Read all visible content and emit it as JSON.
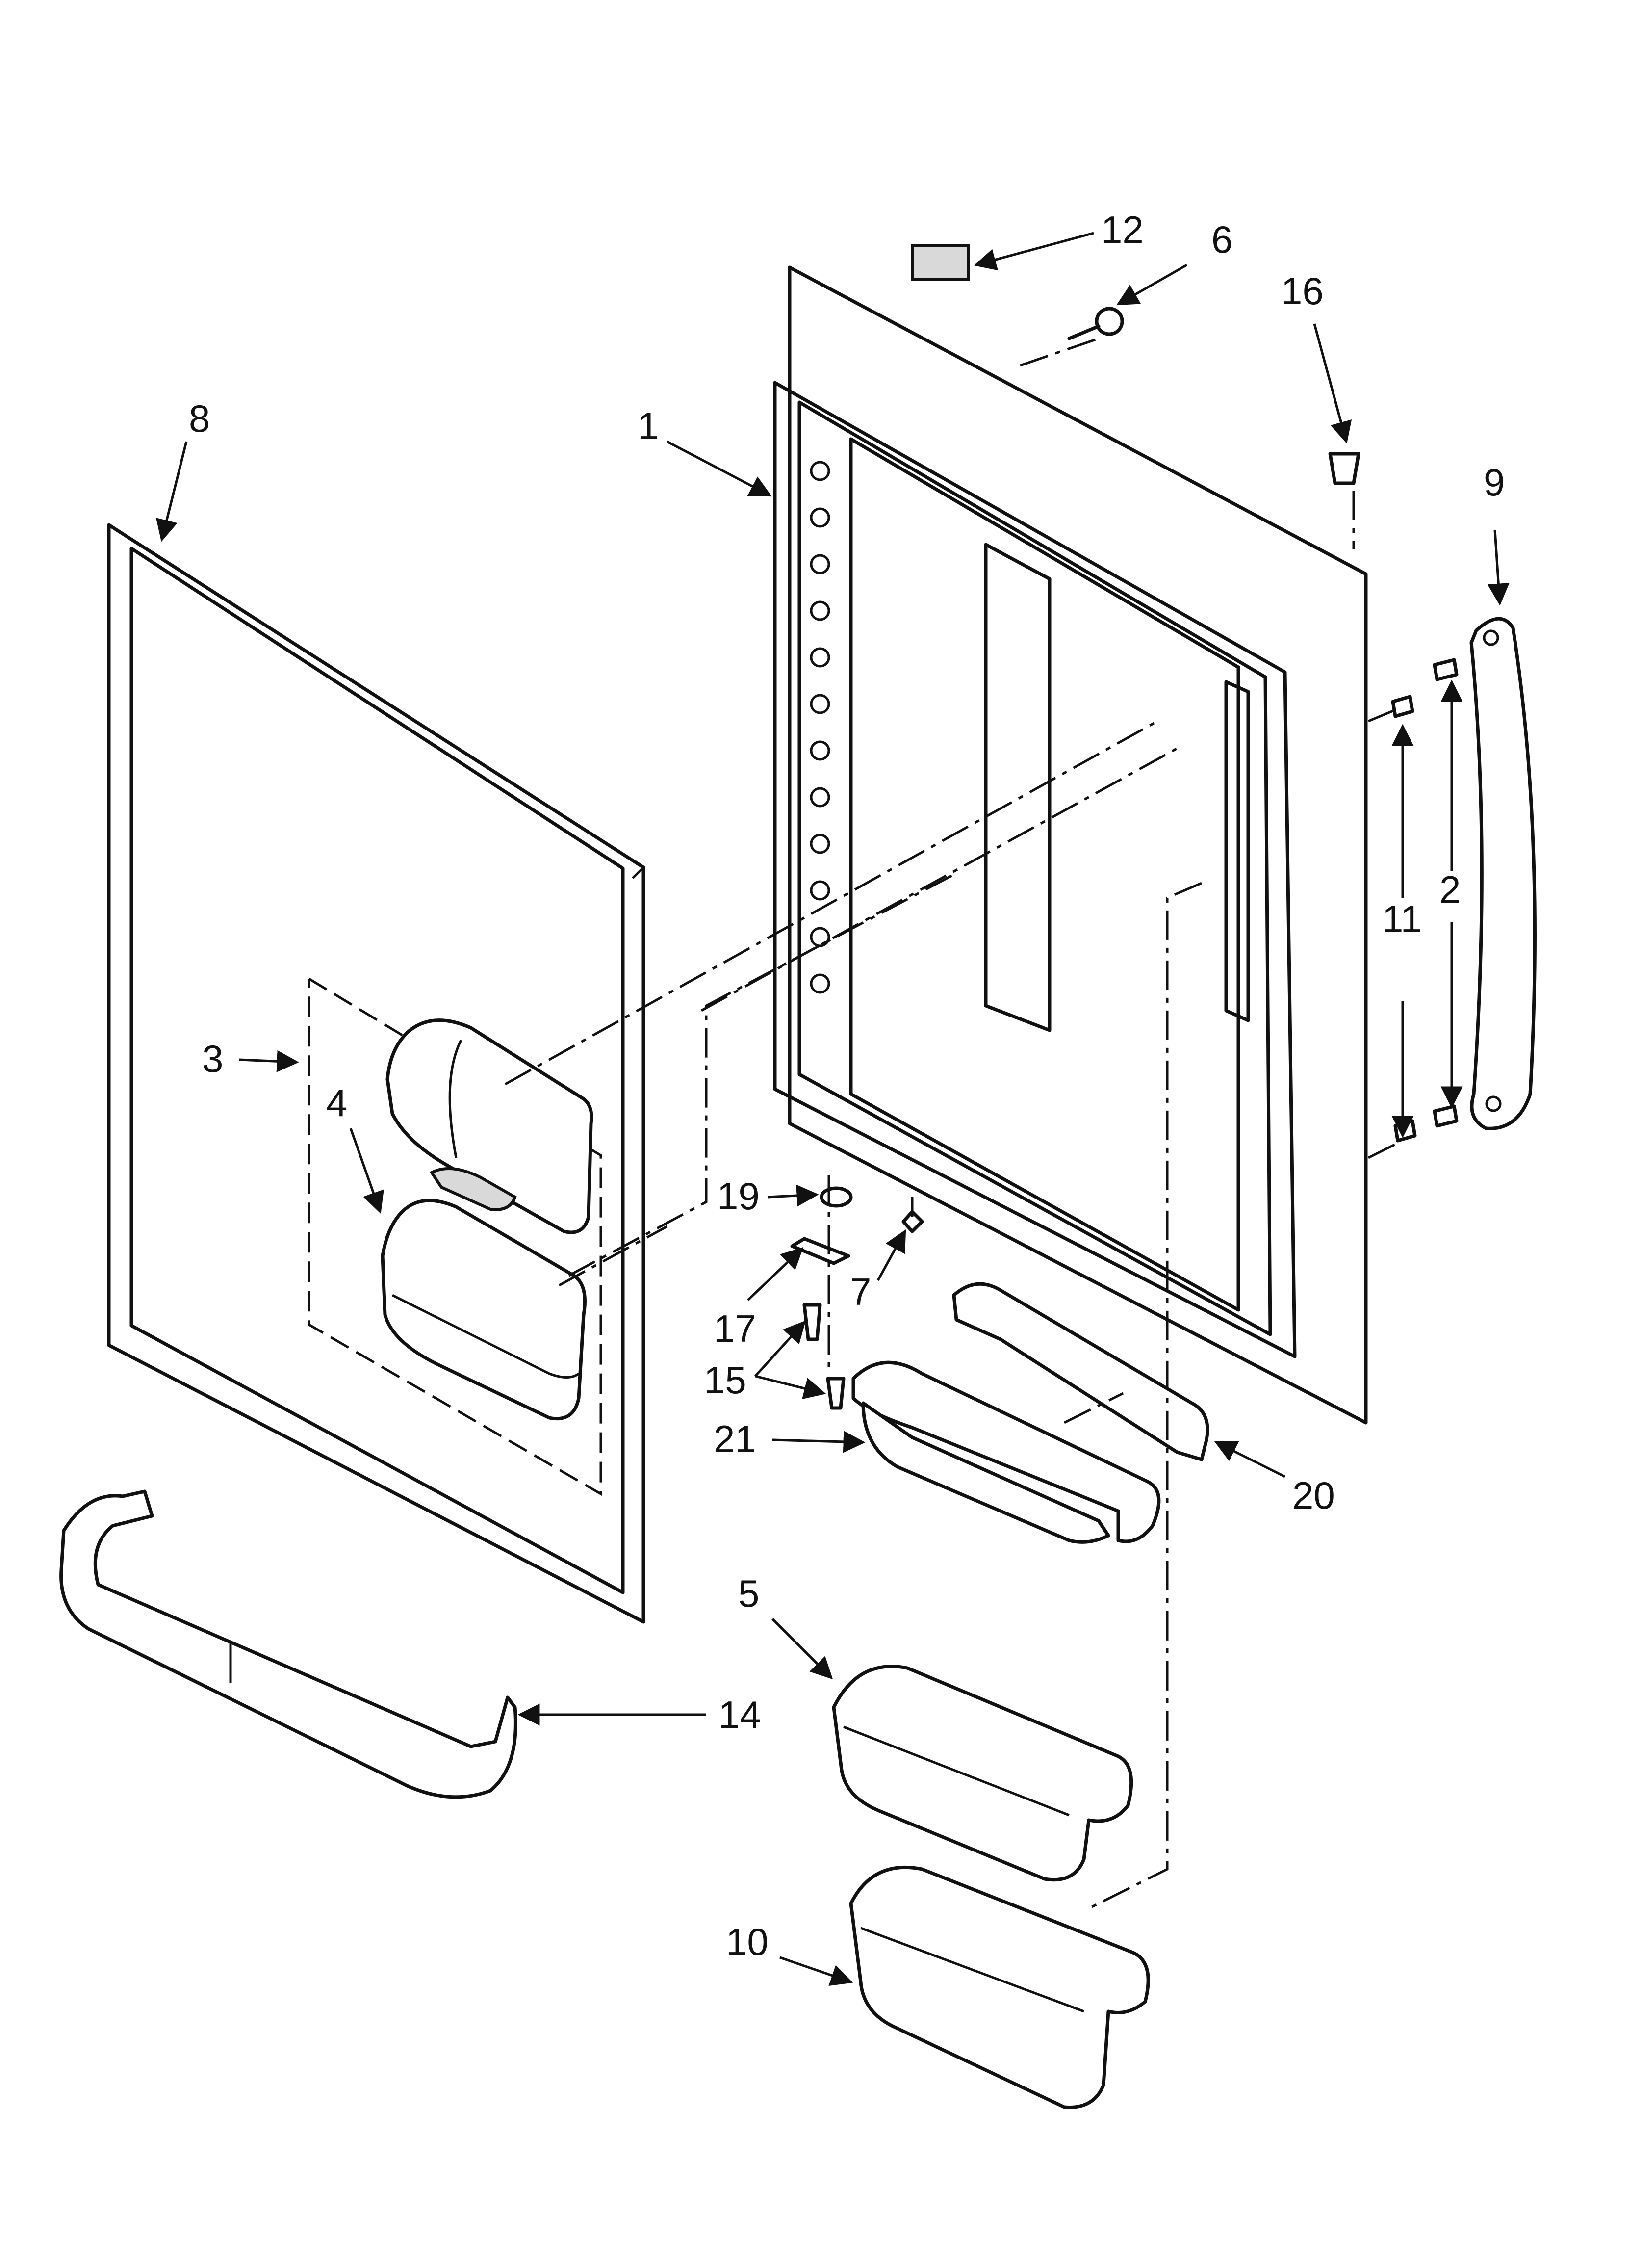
{
  "diagram": {
    "callouts": {
      "c1": "1",
      "c2": "2",
      "c3": "3",
      "c4": "4",
      "c5": "5",
      "c6": "6",
      "c7": "7",
      "c8": "8",
      "c9": "9",
      "c10": "10",
      "c11": "11",
      "c12": "12",
      "c14": "14",
      "c15": "15",
      "c16": "16",
      "c17": "17",
      "c19": "19",
      "c20": "20",
      "c21": "21"
    },
    "colors": {
      "line": "#111111",
      "background": "#ffffff"
    }
  }
}
